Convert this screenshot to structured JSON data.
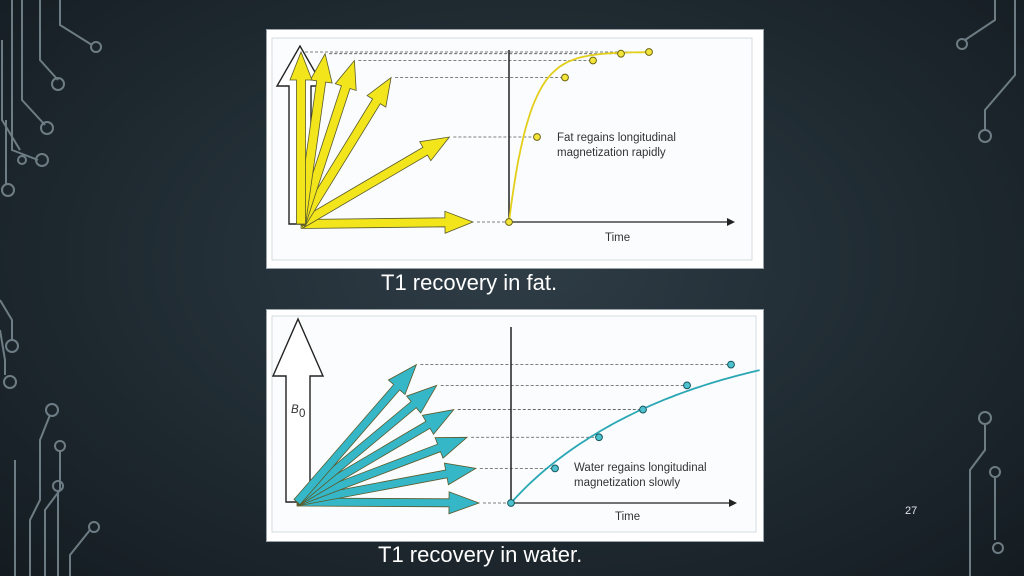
{
  "slide": {
    "number": "27",
    "colors": {
      "background": "#1f2a31",
      "circuit": "#8a9aa3",
      "fat": "#f2e51c",
      "water": "#35b7c8",
      "fat_curve": "#e3cf1a",
      "water_curve": "#2aa7b5"
    }
  },
  "fat_diagram": {
    "caption": "T1 recovery in fat.",
    "annotation_line1": "Fat regains longitudinal",
    "annotation_line2": "magnetization rapidly",
    "axis_label": "Time",
    "curve_points": [
      0.0,
      0.5,
      0.85,
      0.95,
      0.99,
      1.0
    ]
  },
  "water_diagram": {
    "caption": "T1 recovery in water.",
    "annotation_line1": "Water regains longitudinal",
    "annotation_line2": "magnetization slowly",
    "axis_label": "Time",
    "field_label": "B",
    "field_subscript": "0",
    "curve_points": [
      0.0,
      0.2,
      0.38,
      0.54,
      0.68,
      0.8
    ]
  }
}
